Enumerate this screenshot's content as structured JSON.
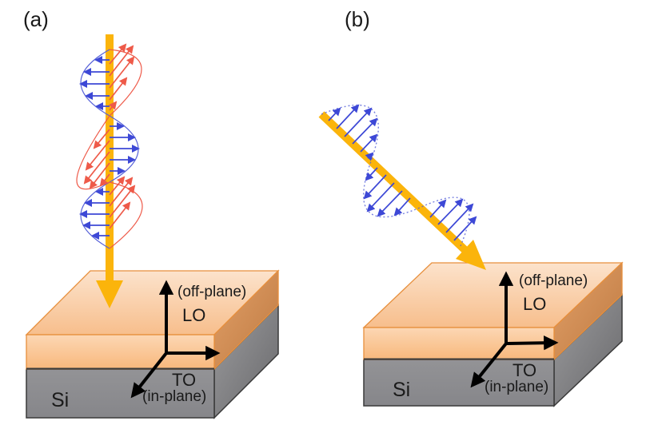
{
  "figure_type": "physics-diagram-light-incidence-on-Si-film",
  "colors": {
    "background": "#FFFFFF",
    "beam": "#FBB40B",
    "wave_blue": "#3D48D6",
    "wave_blue_envelope": "#5560D8",
    "wave_red": "#EE5A49",
    "film_top_back": "#FCE3CC",
    "film_top_front": "#F7BE8C",
    "film_front_top": "#FCD7B4",
    "film_front_bottom": "#F8B87C",
    "film_side_light": "#E2A068",
    "film_side_dark": "#BE7A42",
    "film_outline": "#E78F3C",
    "substrate_front": "#8E8E91",
    "substrate_side_light": "#9C9C9E",
    "substrate_side_dark": "#68686B",
    "substrate_outline": "#3A3A3A",
    "axis": "#000000",
    "text": "#1A1A1A"
  },
  "panel_a": {
    "label": "(a)",
    "axis_label_off_plane": "(off-plane)",
    "axis_label_lo": "LO",
    "axis_label_to": "TO",
    "axis_label_in_plane": "(in-plane)",
    "substrate_label": "Si"
  },
  "panel_b": {
    "label": "(b)",
    "axis_label_off_plane": "(off-plane)",
    "axis_label_lo": "LO",
    "axis_label_to": "TO",
    "axis_label_in_plane": "(in-plane)",
    "substrate_label": "Si"
  }
}
